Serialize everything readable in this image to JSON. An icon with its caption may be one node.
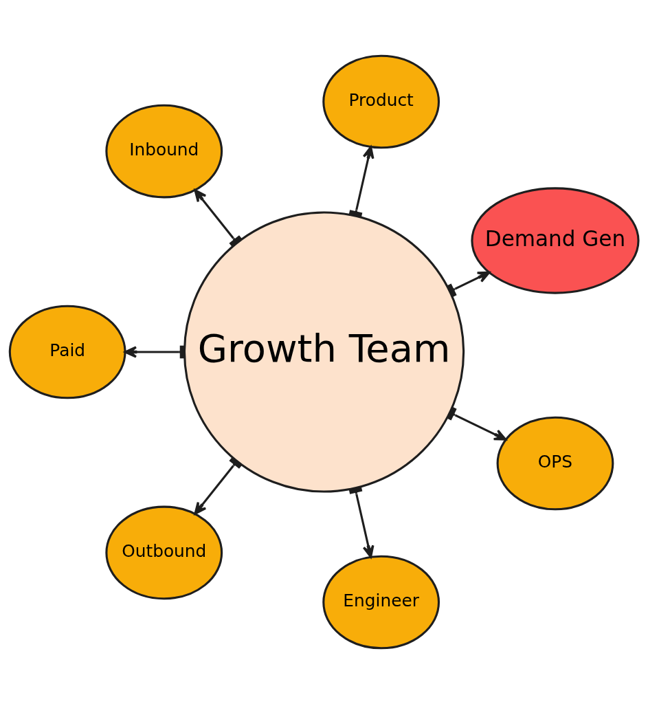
{
  "diagram": {
    "nodes": [
      {
        "text": [
          "Growth Team"
        ]
      },
      {
        "text": [
          "Demand Gen"
        ]
      },
      {
        "text": [
          "Product"
        ]
      },
      {
        "text": [
          "Inbound"
        ]
      },
      {
        "text": [
          "Paid"
        ]
      },
      {
        "text": [
          "Outbound"
        ]
      },
      {
        "text": [
          "Engineer"
        ]
      },
      {
        "text": [
          "OPS"
        ]
      }
    ],
    "edges": [
      {
        "from": 0,
        "to": 1,
        "arrow": "to"
      },
      {
        "from": 0,
        "to": 2,
        "arrow": "to"
      },
      {
        "from": 0,
        "to": 3,
        "arrow": "to"
      },
      {
        "from": 0,
        "to": 4,
        "arrow": "to"
      },
      {
        "from": 0,
        "to": 5,
        "arrow": "to"
      },
      {
        "from": 0,
        "to": 6,
        "arrow": "to"
      },
      {
        "from": 0,
        "to": 7,
        "arrow": "to"
      }
    ]
  }
}
